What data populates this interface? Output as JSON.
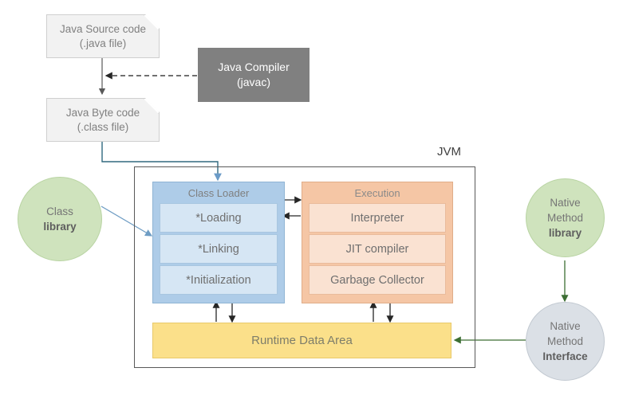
{
  "diagram": {
    "title_label": "JVM",
    "source_doc": {
      "line1": "Java Source code",
      "line2": "(.java file)"
    },
    "bytecode_doc": {
      "line1": "Java Byte code",
      "line2": "(.class file)"
    },
    "compiler": {
      "line1": "Java Compiler",
      "line2": "(javac)"
    },
    "class_loader": {
      "title": "Class Loader",
      "items": [
        "*Loading",
        "*Linking",
        "*Initialization"
      ]
    },
    "execution": {
      "title": "Execution",
      "items": [
        "Interpreter",
        "JIT compiler",
        "Garbage Collector"
      ]
    },
    "runtime_data_area": {
      "label": "Runtime Data Area"
    },
    "class_library": {
      "line1": "Class",
      "line2": "library"
    },
    "native_method_library": {
      "line1": "Native",
      "line2": "Method",
      "line3": "library"
    },
    "native_method_interface": {
      "line1": "Native",
      "line2": "Method",
      "line3": "Interface"
    },
    "colors": {
      "doc_fill": "#f2f2f2",
      "compiler_fill": "#808080",
      "class_loader_fill": "#aecce8",
      "class_loader_sub_fill": "#d6e6f4",
      "execution_fill": "#f5c6a5",
      "execution_sub_fill": "#fae2d2",
      "runtime_fill": "#fbe08a",
      "green_circle_fill": "#cfe3bd",
      "gray_circle_fill": "#dbe0e6",
      "blue_arrow": "#4f81bd",
      "green_arrow": "#3c6e33",
      "black_arrow": "#262626",
      "teal_arrow": "#31697f"
    }
  }
}
